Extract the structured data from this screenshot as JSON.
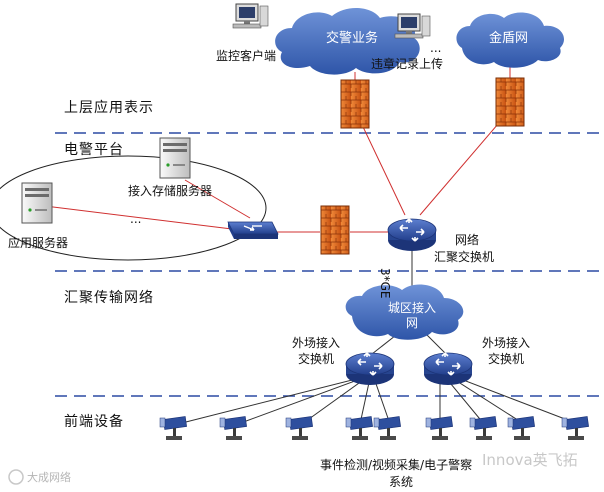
{
  "colors": {
    "cloud": "#3c64b8",
    "divider": "#2b4aa3",
    "link": "#d03030",
    "firewall": "#e06a1c",
    "switch": "#2f4fa0"
  },
  "sections": {
    "upper": "上层应用表示",
    "platform": "电警平台",
    "transport": "汇聚传输网络",
    "frontend": "前端设备"
  },
  "clouds": {
    "traffic_police": "交警业务",
    "golden_shield": "金盾网",
    "urban_access_line1": "城区接入",
    "urban_access_line2": "网"
  },
  "nodes": {
    "monitor_client": "监控客户端",
    "violation_upload": "违章记录上传",
    "upload_ellipsis": "...",
    "access_storage_server": "接入存储服务器",
    "app_server": "应用服务器",
    "server_ellipsis": "...",
    "core_switch_line1": "网络",
    "core_switch_line2": "汇聚交换机",
    "link_speed": "3*GE",
    "field_switch_left_line1": "外场接入",
    "field_switch_left_line2": "交换机",
    "field_switch_right_line1": "外场接入",
    "field_switch_right_line2": "交换机",
    "detection_system_line1": "事件检测/视频采集/电子警察",
    "detection_system_line2": "系统"
  },
  "watermarks": {
    "bottom_left": "大成网络",
    "bottom_right": "Innova英飞拓"
  }
}
